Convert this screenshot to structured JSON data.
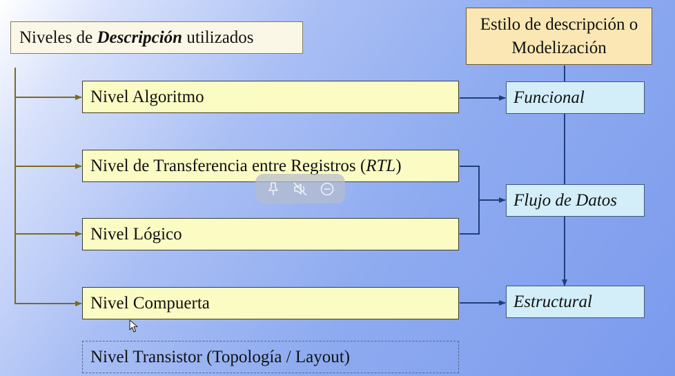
{
  "title": {
    "prefix": "Niveles de ",
    "emphasis": "Descripción",
    "suffix": " utilizados"
  },
  "levels": {
    "algoritmo": "Nivel Algoritmo",
    "rtl_text": "Nivel de Transferencia entre Registros (",
    "rtl_abbr": "RTL",
    "rtl_close": ")",
    "logico": "Nivel Lógico",
    "compuerta": "Nivel Compuerta",
    "transistor": "Nivel Transistor (Topología / Layout)"
  },
  "styles": {
    "header": "Estilo de descripción o Modelización",
    "funcional": "Funcional",
    "flujo": "Flujo de Datos",
    "estructural": "Estructural"
  },
  "colors": {
    "level_fill": "#fbfbc4",
    "style_fill": "#d3eef9",
    "header_fill": "#fbe7b3",
    "left_connector": "#7a6a1e",
    "right_connector": "#1d3f7a"
  },
  "overlay": {
    "icons": [
      "pin-icon",
      "mute-icon",
      "minus-circle-icon"
    ]
  }
}
